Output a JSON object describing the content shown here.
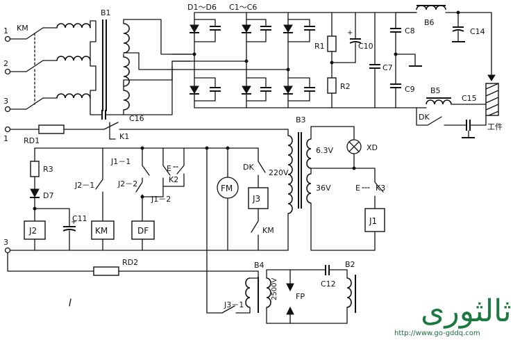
{
  "labels": {
    "term_1_top": "1",
    "term_2": "2",
    "term_3_top": "3",
    "term_1_low": "1",
    "term_3_low": "3",
    "km_contact": "KM",
    "b1": "B1",
    "d1_d6": "D1～D6",
    "c1_c6": "C1～C6",
    "r1": "R1",
    "c10": "C10",
    "r2": "R2",
    "c7": "C7",
    "c8": "C8",
    "c9": "C9",
    "b6": "B6",
    "c14": "C14",
    "b5": "B5",
    "c15": "C15",
    "c16": "C16",
    "dk_top": "DK",
    "workpiece": "工件",
    "rd1": "RD1",
    "k1": "K1",
    "b3": "B3",
    "v63": "6.3V",
    "xd": "XD",
    "v220": "220V",
    "v36": "36V",
    "e_k3_e": "E",
    "k3": "K3",
    "r3": "R3",
    "d7": "D7",
    "j1_1": "J1－1",
    "e_k2_e": "E",
    "k2": "K2",
    "dk_mid": "DK",
    "j2_1": "J2－1",
    "j2_2": "J2－2",
    "j1_2": "J1－2",
    "fm": "FM",
    "j3": "J3",
    "km_mid": "KM",
    "j1": "J1",
    "j2": "J2",
    "c11": "C11",
    "km_box": "KM",
    "df": "DF",
    "rd2": "RD2",
    "b4": "B4",
    "b2": "B2",
    "c12": "C12",
    "v2500": "2500V",
    "fp": "FP",
    "j3_1": "J3－1"
  },
  "watermark": {
    "url": "http://www.go-gddq.com",
    "arabic": "ثالثورى",
    "color": "#1b7a3f"
  }
}
